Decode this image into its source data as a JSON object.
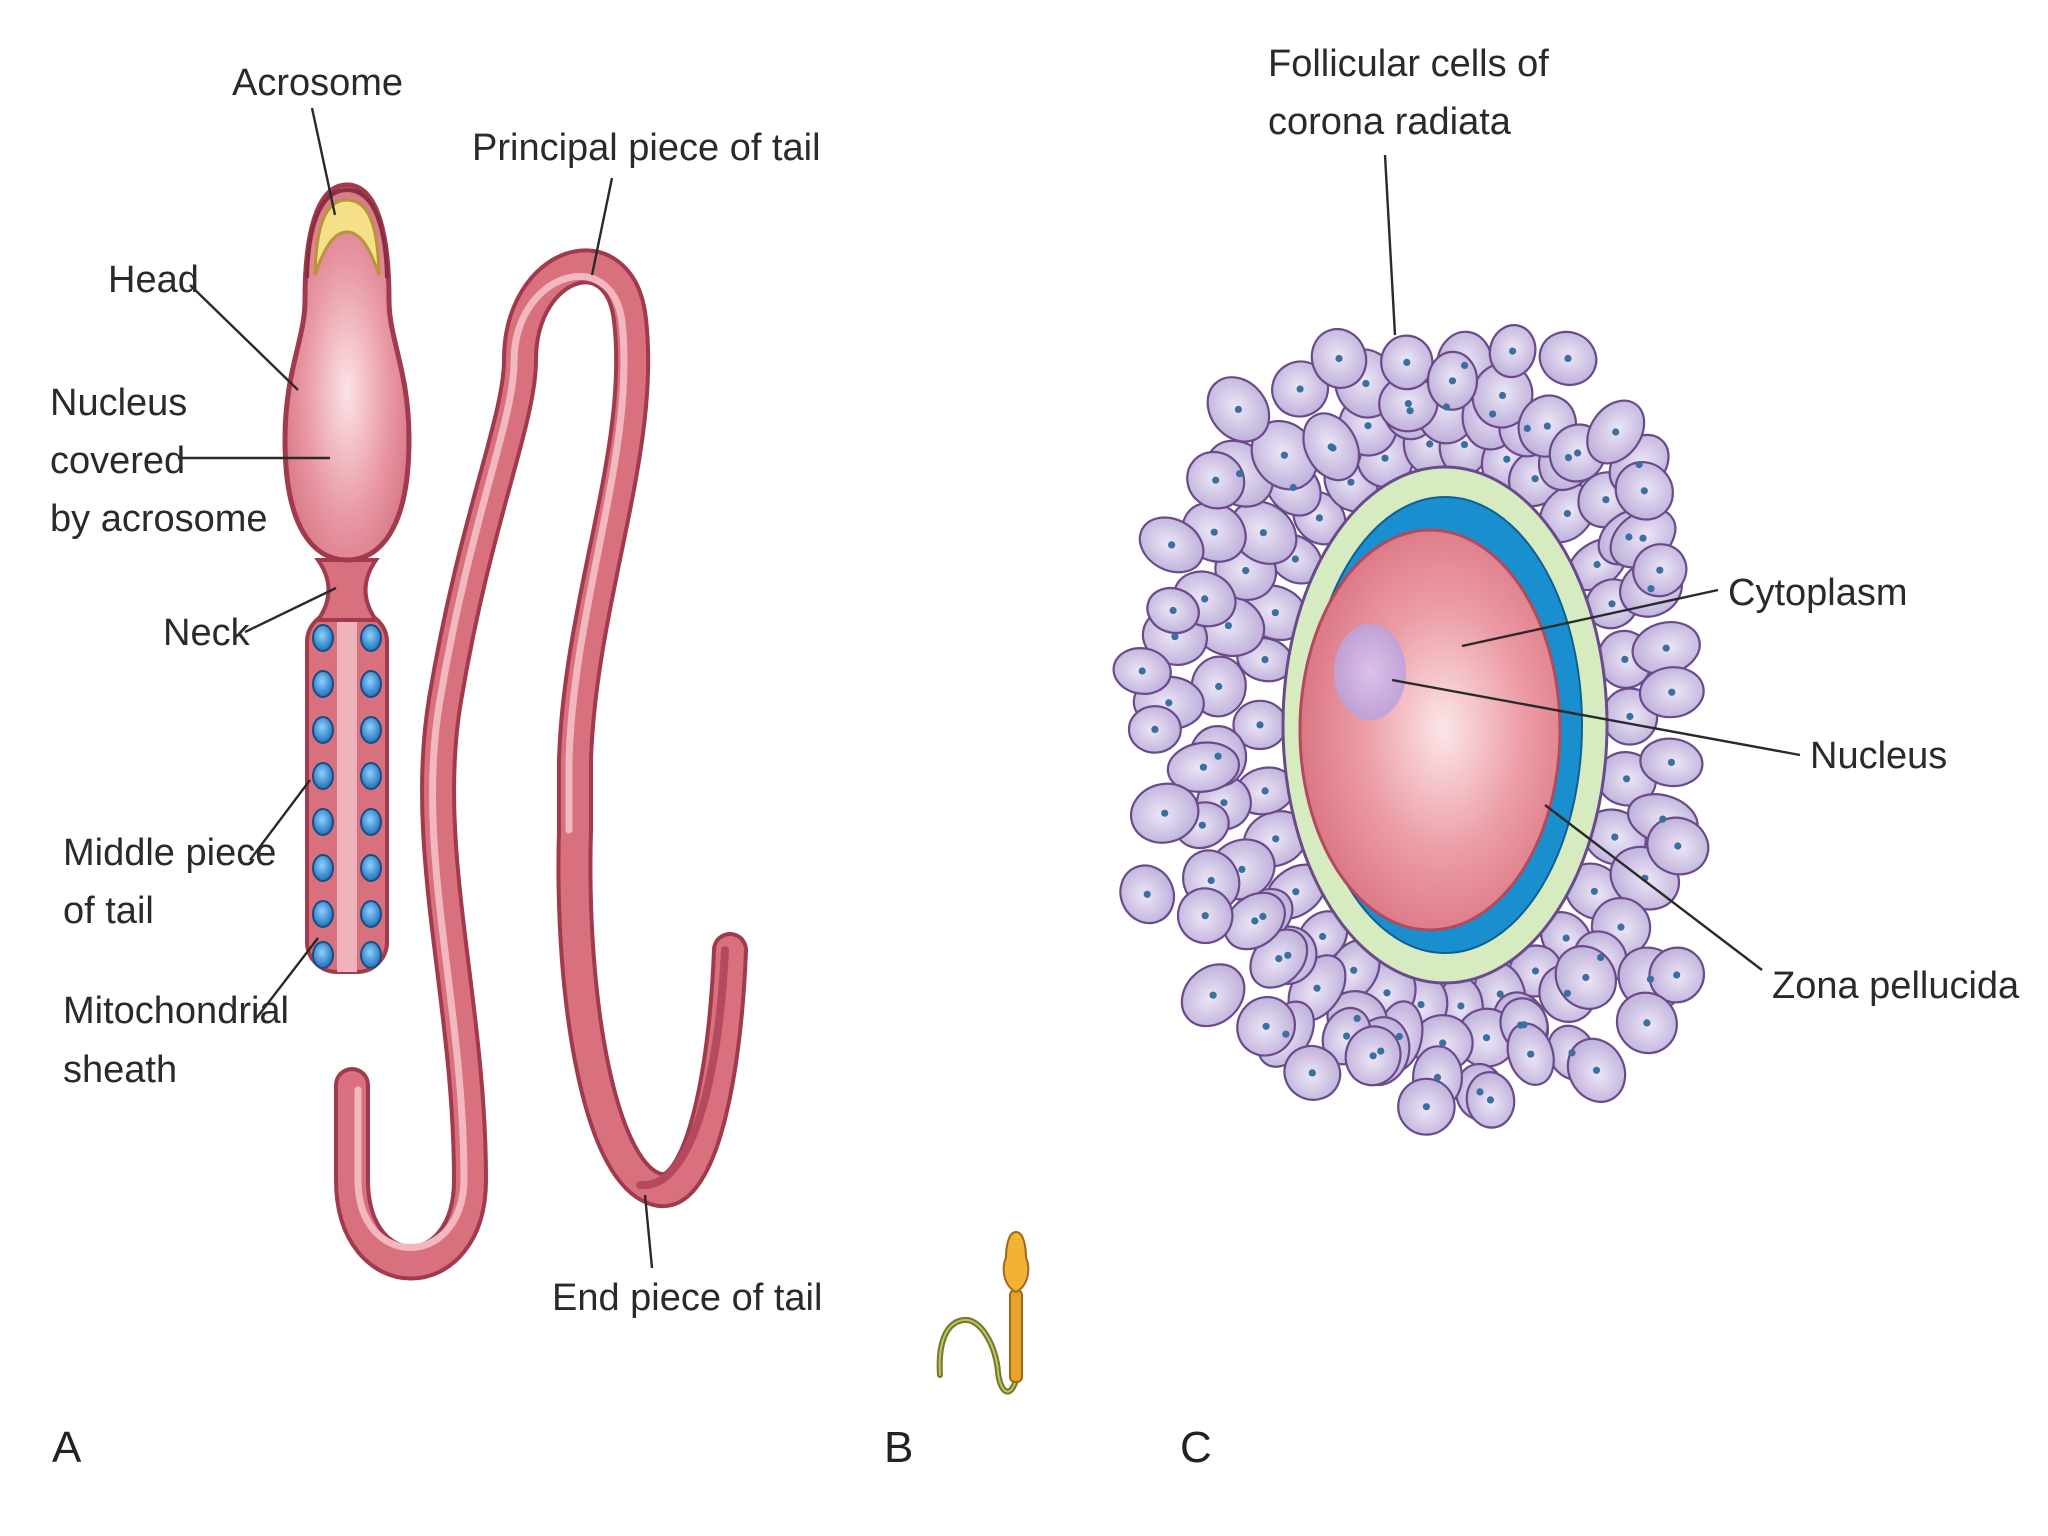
{
  "panels": {
    "a": "A",
    "b": "B",
    "c": "C"
  },
  "sperm_labels": {
    "acrosome": "Acrosome",
    "head": "Head",
    "nucleus_line1": "Nucleus",
    "nucleus_line2": "covered",
    "nucleus_line3": "by acrosome",
    "neck": "Neck",
    "middle_line1": "Middle piece",
    "middle_line2": "of tail",
    "mito_line1": "Mitochondrial",
    "mito_line2": "sheath",
    "principal": "Principal piece of tail",
    "end": "End piece of tail"
  },
  "oocyte_labels": {
    "follicular_line1": "Follicular cells of",
    "follicular_line2": "corona radiata",
    "cytoplasm": "Cytoplasm",
    "nucleus": "Nucleus",
    "zona": "Zona pellucida"
  },
  "colors": {
    "sperm_fill": "#d9707e",
    "sperm_outline": "#a03a4c",
    "acrosome": "#f3e089",
    "mitochondria": "#2f86cf",
    "cell_fill": "#c9bde0",
    "cell_outline": "#6a4a8a",
    "zona": "#d6ebc0",
    "perivitelline": "#1a8fd0",
    "ooplasm": "#e3858e",
    "mini_sperm_head": "#e9a12a",
    "mini_sperm_tail": "#6f7a2a"
  }
}
